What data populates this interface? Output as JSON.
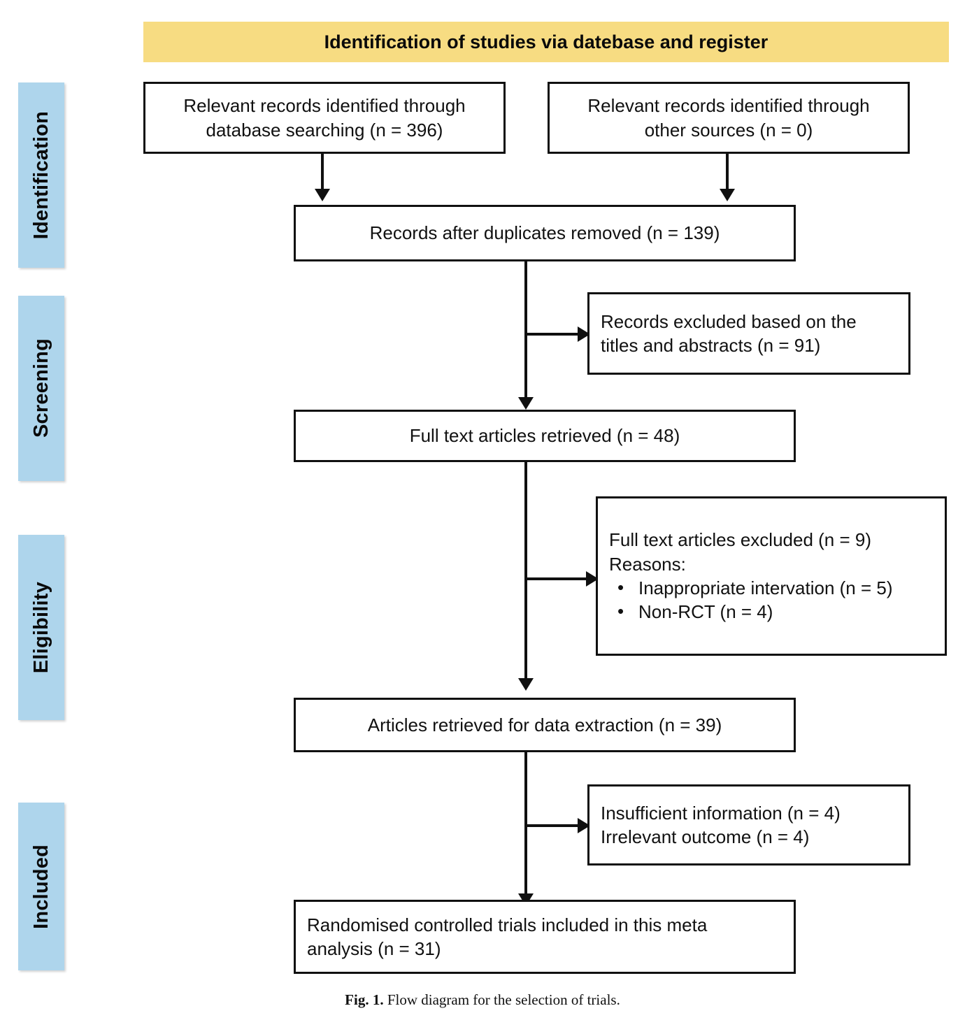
{
  "figure": {
    "banner_title": "Identification of studies via datebase and register",
    "caption_number": "Fig. 1.",
    "caption_text": "Flow diagram for the selection of trials.",
    "colors": {
      "banner": "#F7DC82",
      "stage_tab": "#AED5EC",
      "box_border": "#101010",
      "box_fill": "#FFFFFF",
      "text": "#111111"
    }
  },
  "stages": [
    {
      "label": "Identification"
    },
    {
      "label": "Screening"
    },
    {
      "label": "Eligibility"
    },
    {
      "label": "Included"
    }
  ],
  "nodes": {
    "db_search": {
      "line1": "Relevant records identified through",
      "line2": "database searching (n = 396)",
      "n": 396
    },
    "other_sources": {
      "line1": "Relevant records identified through",
      "line2": "other sources (n = 0)",
      "n": 0
    },
    "dedup": {
      "line1": "Records after duplicates removed (n = 139)",
      "n": 139
    },
    "excluded_titles": {
      "line1": "Records excluded based on the",
      "line2": "titles and abstracts (n = 91)",
      "n": 91
    },
    "fulltext_retrieved": {
      "line1": "Full text articles retrieved (n = 48)",
      "n": 48
    },
    "fulltext_excluded": {
      "line1": "Full text articles excluded (n = 9)",
      "line2": "Reasons:",
      "n": 9,
      "reasons": [
        {
          "label": "Inappropriate intervation (n = 5)",
          "n": 5
        },
        {
          "label": "Non-RCT (n = 4)",
          "n": 4
        }
      ]
    },
    "data_extraction": {
      "line1": "Articles retrieved for data extraction (n = 39)",
      "n": 39
    },
    "post_extraction_excluded": {
      "line1": "Insufficient information (n = 4)",
      "line2": "Irrelevant outcome (n = 4)",
      "n1": 4,
      "n2": 4
    },
    "included": {
      "line1": "Randomised controlled trials included in this meta",
      "line2": "analysis (n = 31)",
      "n": 31
    }
  },
  "flow": {
    "type": "prisma-flow",
    "edges": [
      {
        "from": "db_search",
        "to": "dedup",
        "kind": "arrow-down"
      },
      {
        "from": "other_sources",
        "to": "dedup",
        "kind": "arrow-down"
      },
      {
        "from": "dedup",
        "to": "excluded_titles",
        "kind": "arrow-right"
      },
      {
        "from": "dedup",
        "to": "fulltext_retrieved",
        "kind": "arrow-down"
      },
      {
        "from": "fulltext_retrieved",
        "to": "fulltext_excluded",
        "kind": "arrow-right"
      },
      {
        "from": "fulltext_retrieved",
        "to": "data_extraction",
        "kind": "arrow-down"
      },
      {
        "from": "data_extraction",
        "to": "post_extraction_excluded",
        "kind": "arrow-right"
      },
      {
        "from": "data_extraction",
        "to": "included",
        "kind": "arrow-down"
      }
    ]
  }
}
